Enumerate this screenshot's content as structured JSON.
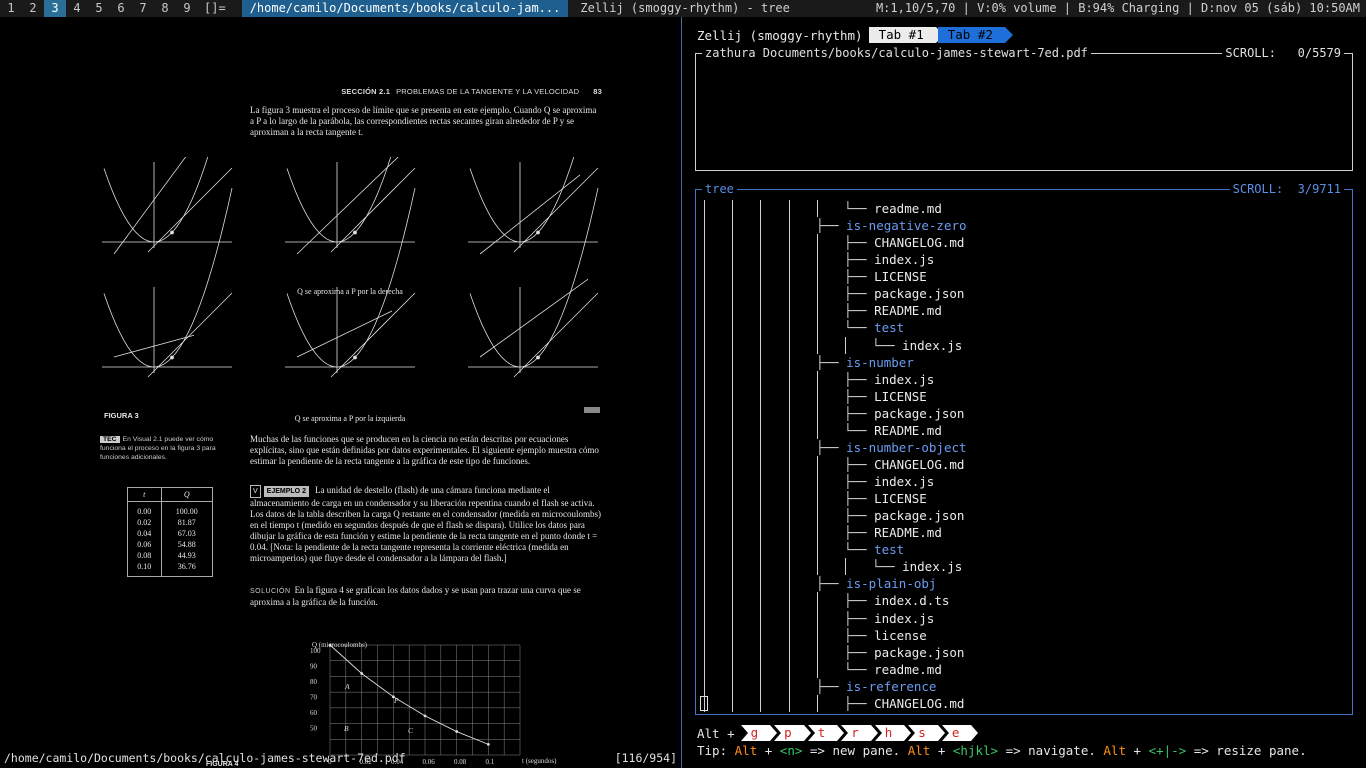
{
  "topbar": {
    "workspaces": [
      "1",
      "2",
      "3",
      "4",
      "5",
      "6",
      "7",
      "8",
      "9"
    ],
    "workspace_prefix": "",
    "active_workspace": "3",
    "layout": "[]=",
    "window_path": "/home/camilo/Documents/books/calculo-jam...",
    "window_title": "Zellij (smoggy-rhythm) - tree",
    "status": "M:1,10/5,70 | V:0% volume | B:94% Charging | D:nov 05 (sáb) 10:50AM"
  },
  "pdf": {
    "header_section": "SECCIÓN 2.1",
    "header_title": "PROBLEMAS DE LA TANGENTE Y LA VELOCIDAD",
    "page_number": "83",
    "para1": "La figura 3 muestra el proceso de límite que se presenta en este ejemplo. Cuando Q se aproxima a P a lo largo de la parábola, las correspondientes rectas secantes giran alrededor de P y se aproximan a la recta tangente t.",
    "caption_right": "Q se aproxima a P por la derecha",
    "caption_left": "Q se aproxima a P por la izquierda",
    "figure3": "FIGURA 3",
    "tec_badge": "TEC",
    "tec_text": "En Visual 2.1 puede ver cómo funciona el proceso en la figura 3 para funciones adicionales.",
    "para2": "Muchas de las funciones que se producen en la ciencia no están descritas por ecuaciones explícitas, sino que están definidas por datos experimentales. El siguiente ejemplo muestra cómo estimar la pendiente de la recta tangente a la gráfica de este tipo de funciones.",
    "ej_v": "V",
    "ej_badge": "EJEMPLO 2",
    "ej_text": "La unidad de destello (flash) de una cámara funciona mediante el almacenamiento de carga en un condensador y su liberación repentina cuando el flash se activa. Los datos de la tabla describen la carga Q restante en el condensador (medida en microcoulombs) en el tiempo t (medido en segundos después de que el flash se dispara). Utilice los datos para dibujar la gráfica de esta función y estime la pendiente de la recta tangente en el punto donde t = 0.04. [Nota: la pendiente de la recta tangente representa la corriente eléctrica (medida en microamperios) que fluye desde el condensador a la lámpara del flash.]",
    "sol_label": "SOLUCIÓN",
    "sol_text": "En la figura 4 se grafican los datos dados y se usan para trazar una curva que se aproxima a la gráfica de la función.",
    "table": {
      "headers": [
        "t",
        "Q"
      ],
      "rows": [
        [
          "0.00",
          "100.00"
        ],
        [
          "0.02",
          "81.87"
        ],
        [
          "0.04",
          "67.03"
        ],
        [
          "0.06",
          "54.88"
        ],
        [
          "0.08",
          "44.93"
        ],
        [
          "0.10",
          "36.76"
        ]
      ]
    },
    "fig4": {
      "ylabel": "Q (microcoulombs)",
      "xlabel": "t (segundos)",
      "yticks": [
        "100",
        "90",
        "80",
        "70",
        "60",
        "50"
      ],
      "xticks": [
        "0",
        "0.02",
        "0.04",
        "0.06",
        "0.08",
        "0.1"
      ],
      "points": [
        "A",
        "P",
        "B",
        "C"
      ],
      "label": "FIGURA 4"
    }
  },
  "left_status": {
    "path": "/home/camilo/Documents/books/calculo-james-stewart-7ed.pdf",
    "page": "[116/954]"
  },
  "zellij": {
    "session": "Zellij (smoggy-rhythm)",
    "tabs": [
      "Tab #1",
      "Tab #2"
    ],
    "active_tab": "Tab #2",
    "pane1": {
      "title": "zathura Documents/books/calculo-james-stewart-7ed.pdf",
      "scroll": "SCROLL:   0/5579"
    },
    "pane2": {
      "title": "tree",
      "scroll": "SCROLL:  3/9711"
    },
    "tree_rows": [
      {
        "depth": 5,
        "branch": "└── ",
        "name": "readme.md",
        "dir": false
      },
      {
        "depth": 4,
        "branch": "├── ",
        "name": "is-negative-zero",
        "dir": true
      },
      {
        "depth": 5,
        "branch": "├── ",
        "name": "CHANGELOG.md",
        "dir": false
      },
      {
        "depth": 5,
        "branch": "├── ",
        "name": "index.js",
        "dir": false
      },
      {
        "depth": 5,
        "branch": "├── ",
        "name": "LICENSE",
        "dir": false
      },
      {
        "depth": 5,
        "branch": "├── ",
        "name": "package.json",
        "dir": false
      },
      {
        "depth": 5,
        "branch": "├── ",
        "name": "README.md",
        "dir": false
      },
      {
        "depth": 5,
        "branch": "└── ",
        "name": "test",
        "dir": true
      },
      {
        "depth": 6,
        "branch": "└── ",
        "name": "index.js",
        "dir": false
      },
      {
        "depth": 4,
        "branch": "├── ",
        "name": "is-number",
        "dir": true
      },
      {
        "depth": 5,
        "branch": "├── ",
        "name": "index.js",
        "dir": false
      },
      {
        "depth": 5,
        "branch": "├── ",
        "name": "LICENSE",
        "dir": false
      },
      {
        "depth": 5,
        "branch": "├── ",
        "name": "package.json",
        "dir": false
      },
      {
        "depth": 5,
        "branch": "└── ",
        "name": "README.md",
        "dir": false
      },
      {
        "depth": 4,
        "branch": "├── ",
        "name": "is-number-object",
        "dir": true
      },
      {
        "depth": 5,
        "branch": "├── ",
        "name": "CHANGELOG.md",
        "dir": false
      },
      {
        "depth": 5,
        "branch": "├── ",
        "name": "index.js",
        "dir": false
      },
      {
        "depth": 5,
        "branch": "├── ",
        "name": "LICENSE",
        "dir": false
      },
      {
        "depth": 5,
        "branch": "├── ",
        "name": "package.json",
        "dir": false
      },
      {
        "depth": 5,
        "branch": "├── ",
        "name": "README.md",
        "dir": false
      },
      {
        "depth": 5,
        "branch": "└── ",
        "name": "test",
        "dir": true
      },
      {
        "depth": 6,
        "branch": "└── ",
        "name": "index.js",
        "dir": false
      },
      {
        "depth": 4,
        "branch": "├── ",
        "name": "is-plain-obj",
        "dir": true
      },
      {
        "depth": 5,
        "branch": "├── ",
        "name": "index.d.ts",
        "dir": false
      },
      {
        "depth": 5,
        "branch": "├── ",
        "name": "index.js",
        "dir": false
      },
      {
        "depth": 5,
        "branch": "├── ",
        "name": "license",
        "dir": false
      },
      {
        "depth": 5,
        "branch": "├── ",
        "name": "package.json",
        "dir": false
      },
      {
        "depth": 5,
        "branch": "└── ",
        "name": "readme.md",
        "dir": false
      },
      {
        "depth": 4,
        "branch": "├── ",
        "name": "is-reference",
        "dir": true
      },
      {
        "depth": 5,
        "branch": "├── ",
        "name": "CHANGELOG.md",
        "dir": false
      }
    ],
    "keybar": {
      "modifier": "Alt +",
      "keys": [
        "g",
        "p",
        "t",
        "r",
        "h",
        "s",
        "e"
      ]
    },
    "tip": {
      "label": "Tip:",
      "alt1": "Alt",
      "plus1": " + ",
      "k1": "<n>",
      "a1": " => new pane. ",
      "alt2": "Alt",
      "plus2": " + ",
      "k2": "<hjkl>",
      "a2": " => navigate. ",
      "alt3": "Alt",
      "plus3": " + ",
      "k3": "<+|->",
      "a3": " => resize pane."
    }
  },
  "colors": {
    "accent_blue": "#1e6fd9",
    "tree_dir": "#6b9cf0",
    "key_red": "#d32020",
    "tip_orange": "#ff8c1a",
    "tip_green": "#39c76a"
  }
}
